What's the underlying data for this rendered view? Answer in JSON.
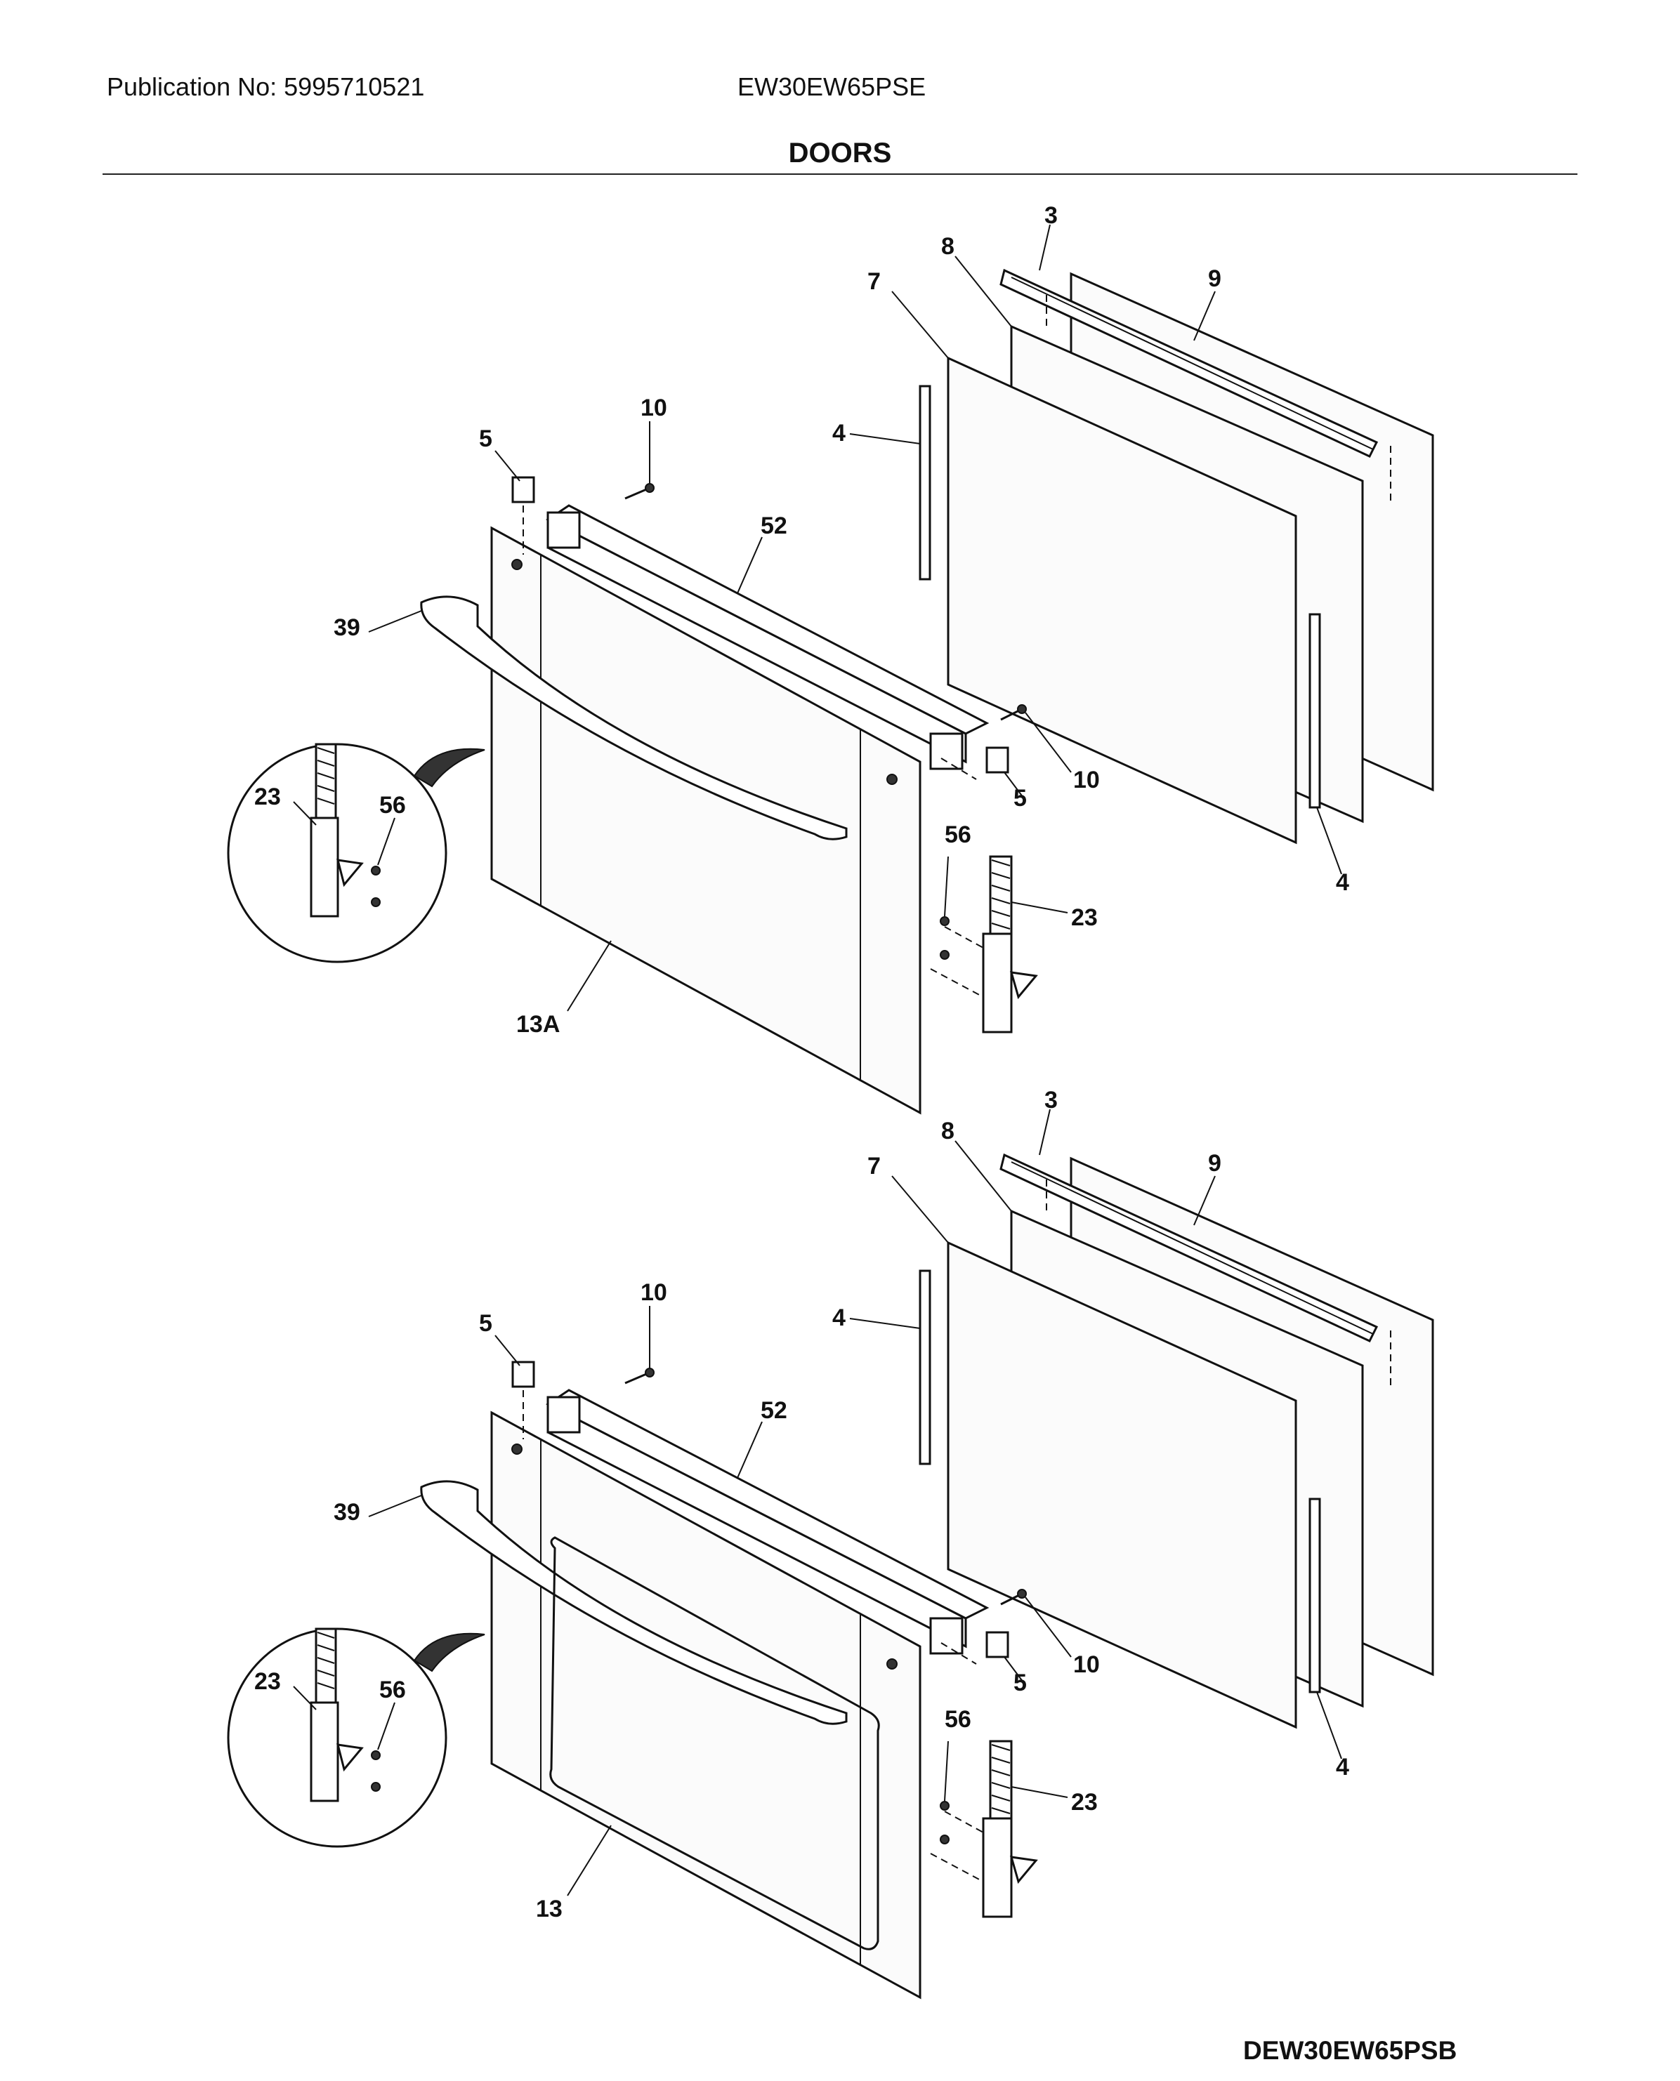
{
  "header": {
    "publication": "Publication No: 5995710521",
    "model": "EW30EW65PSE",
    "title": "DOORS"
  },
  "footer": {
    "drawing_id": "DEW30EW65PSB"
  },
  "upper_door": {
    "callouts": {
      "c3": "3",
      "c8": "8",
      "c9": "9",
      "c7": "7",
      "c10a": "10",
      "c4a": "4",
      "c5a": "5",
      "c52": "52",
      "c39": "39",
      "c23a": "23",
      "c56a": "56",
      "c10b": "10",
      "c5b": "5",
      "c56b": "56",
      "c23b": "23",
      "c4b": "4",
      "c13": "13A"
    }
  },
  "lower_door": {
    "callouts": {
      "c3": "3",
      "c8": "8",
      "c9": "9",
      "c7": "7",
      "c10a": "10",
      "c4a": "4",
      "c5a": "5",
      "c52": "52",
      "c39": "39",
      "c23a": "23",
      "c56a": "56",
      "c10b": "10",
      "c5b": "5",
      "c56b": "56",
      "c23b": "23",
      "c4b": "4",
      "c13": "13"
    }
  }
}
